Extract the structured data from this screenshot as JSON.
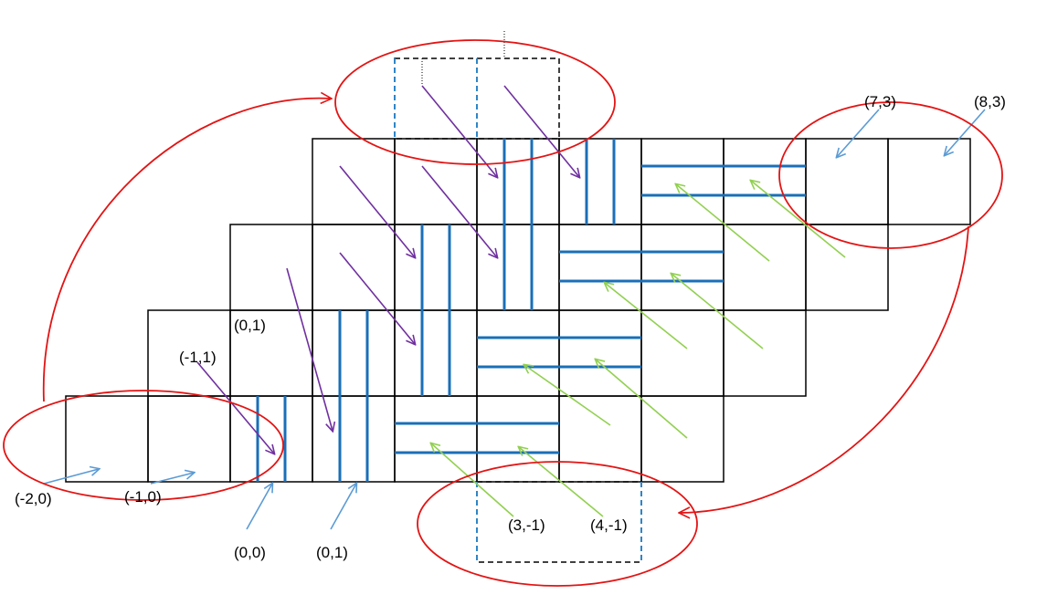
{
  "colors": {
    "grid": "#000000",
    "blue_bar": "#1a6fb8",
    "dashed_blue": "#2e86c8",
    "purple_arrow": "#7030a0",
    "green_arrow": "#92d050",
    "light_blue_arrow": "#5b9bd5",
    "red": "#e31414"
  },
  "labels": {
    "p_m2_0": "(-2,0)",
    "p_m1_0": "(-1,0)",
    "p_0_0": "(0,0)",
    "p_0_1_bottom": "(0,1)",
    "p_m1_1": "(-1,1)",
    "p_0_1_mid": "(0,1)",
    "p_3_m1": "(3,-1)",
    "p_4_m1": "(4,-1)",
    "p_7_3": "(7,3)",
    "p_8_3": "(8,3)"
  }
}
